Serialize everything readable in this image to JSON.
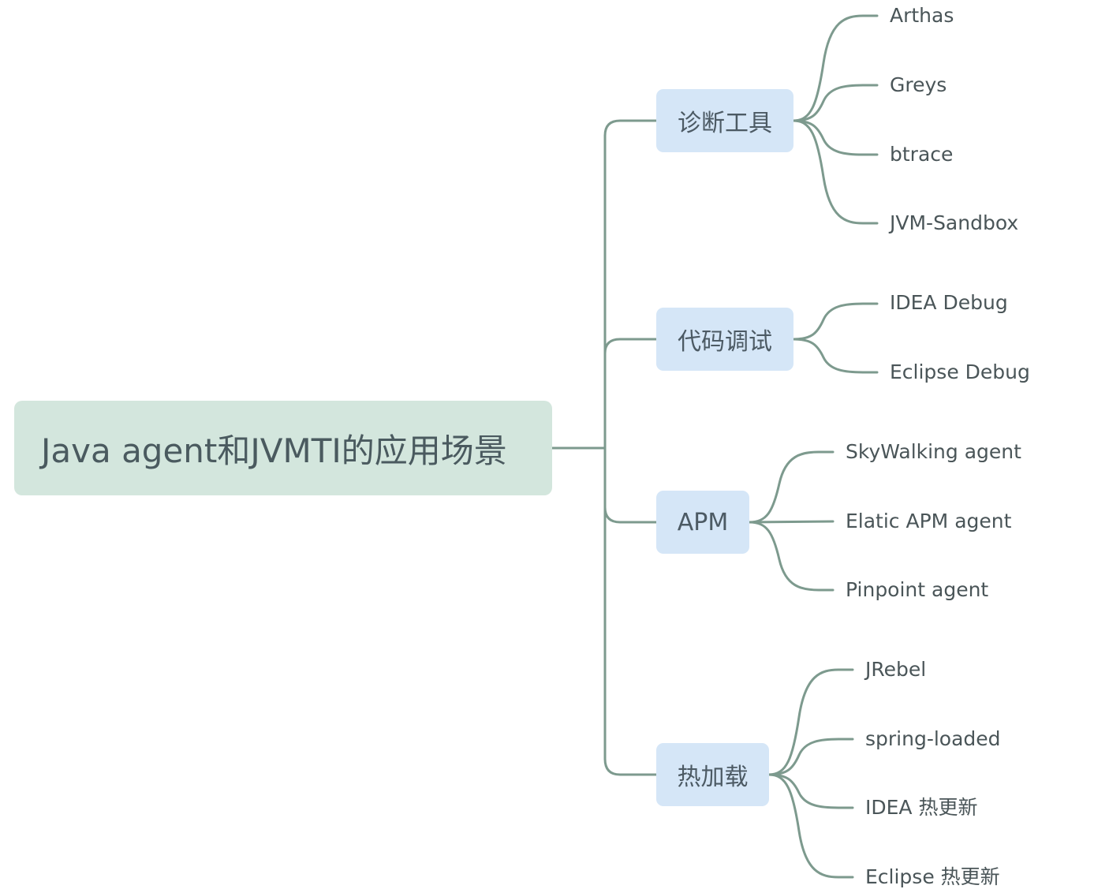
{
  "colors": {
    "line": "#7d9a8e",
    "root_bg": "#d3e6dd",
    "branch_bg": "#d5e6f7",
    "text": "#4a5558"
  },
  "root": {
    "label": "Java agent和JVMTI的应用场景"
  },
  "branches": [
    {
      "label": "诊断工具",
      "leaves": [
        "Arthas",
        "Greys",
        "btrace",
        "JVM-Sandbox"
      ]
    },
    {
      "label": "代码调试",
      "leaves": [
        "IDEA Debug",
        "Eclipse Debug"
      ]
    },
    {
      "label": "APM",
      "leaves": [
        "SkyWalking agent",
        "Elatic APM agent",
        "Pinpoint agent"
      ]
    },
    {
      "label": "热加载",
      "leaves": [
        "JRebel",
        "spring-loaded",
        "IDEA 热更新",
        "Eclipse 热更新"
      ]
    }
  ]
}
